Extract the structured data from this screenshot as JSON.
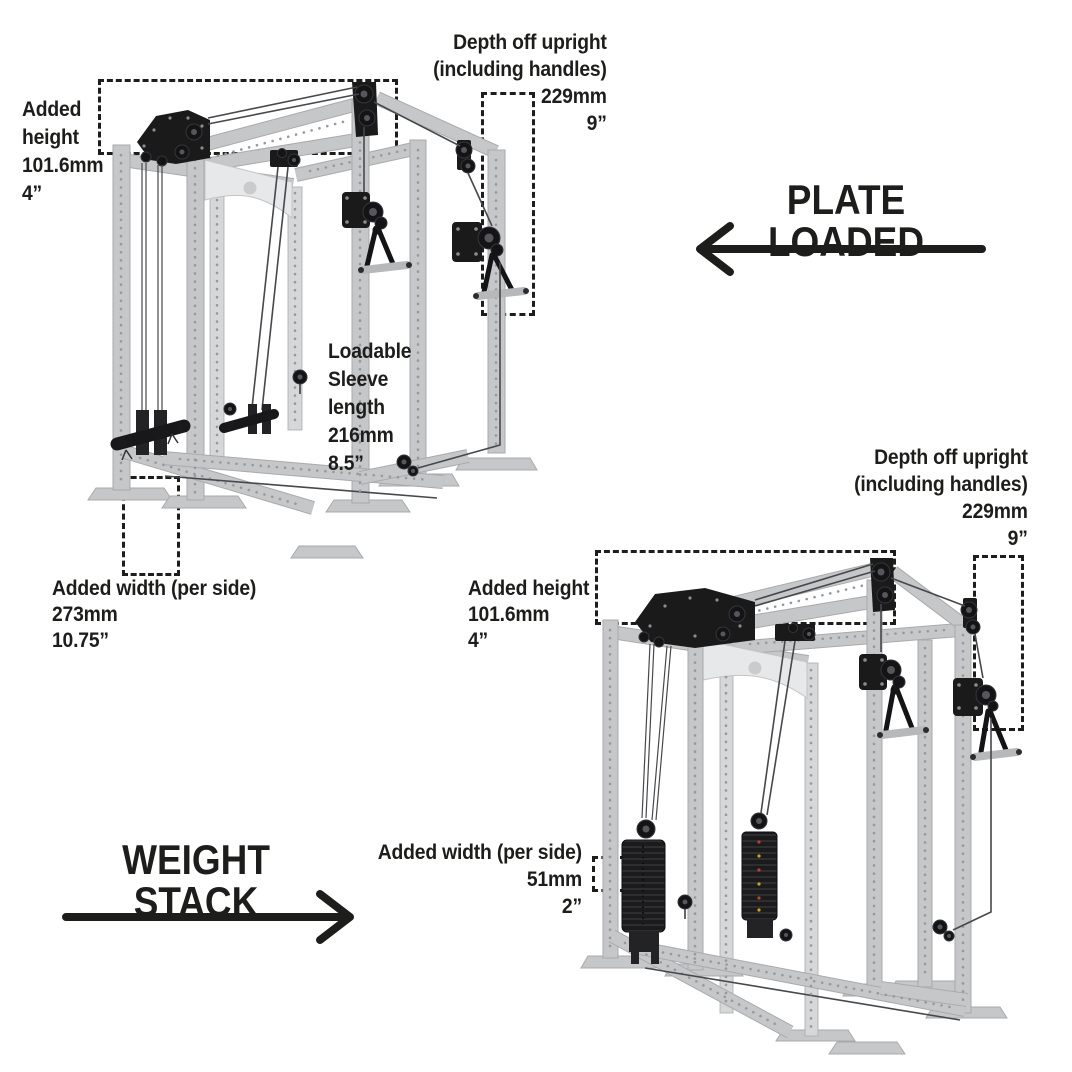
{
  "colors": {
    "ink": "#1d1d1b",
    "bg": "#ffffff",
    "rack": "#c6c7c9",
    "rack-edge": "#a8aaac",
    "rack-light": "#d6d7d9",
    "arch": "#e7e8e9",
    "hw": "#1a1a1b",
    "cable": "#46484c",
    "grip": "#b6b8ba"
  },
  "sections": {
    "plate_loaded": {
      "heading": "PLATE LOADED",
      "labels": {
        "added_height": {
          "lines": [
            "Added",
            "height",
            "101.6mm",
            "4”"
          ]
        },
        "depth": {
          "lines": [
            "Depth off upright",
            "(including handles)",
            "229mm",
            "9”"
          ]
        },
        "sleeve": {
          "lines": [
            "Loadable",
            "Sleeve",
            "length",
            "216mm",
            "8.5”"
          ]
        },
        "added_width": {
          "lines": [
            "Added width (per side)",
            "273mm",
            "10.75”"
          ]
        }
      }
    },
    "weight_stack": {
      "heading": "WEIGHT STACK",
      "labels": {
        "depth": {
          "lines": [
            "Depth off upright",
            "(including handles)",
            "229mm",
            "9”"
          ]
        },
        "added_height": {
          "lines": [
            "Added height",
            "101.6mm",
            "4”"
          ]
        },
        "added_width": {
          "lines": [
            "Added width (per side)",
            "51mm",
            "2”"
          ]
        }
      }
    }
  }
}
